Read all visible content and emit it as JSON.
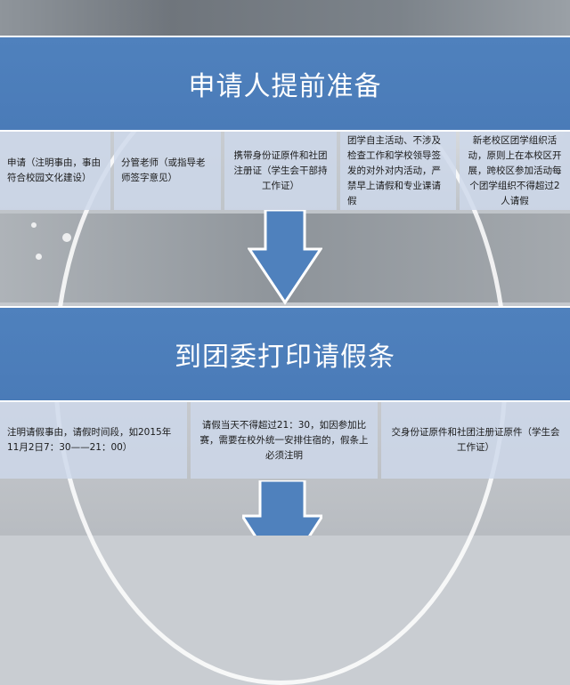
{
  "step1": {
    "title": "申请人提前准备",
    "items": [
      "申请（注明事由，事由符合校园文化建设）",
      "分管老师（或指导老师签字意见）",
      "携带身份证原件和社团注册证（学生会干部持工作证）",
      "团学自主活动、不涉及检查工作和学校领导签发的对外对内活动，严禁早上请假和专业课请假",
      "新老校区团学组织活动，原则上在本校区开展，跨校区参加活动每个团学组织不得超过2人请假"
    ]
  },
  "step2": {
    "title": "到团委打印请假条",
    "items": [
      "注明请假事由，请假时间段，如2015年11月2日7：30——21：00）",
      "请假当天不得超过21：30，如因参加比赛，需要在校外统一安排住宿的，假条上必须注明",
      "交身份证原件和社团注册证原件（学生会工作证）"
    ]
  },
  "colors": {
    "header": "#4f81bd",
    "cell": "#cdd8ea",
    "arrow": "#4f81bd"
  }
}
